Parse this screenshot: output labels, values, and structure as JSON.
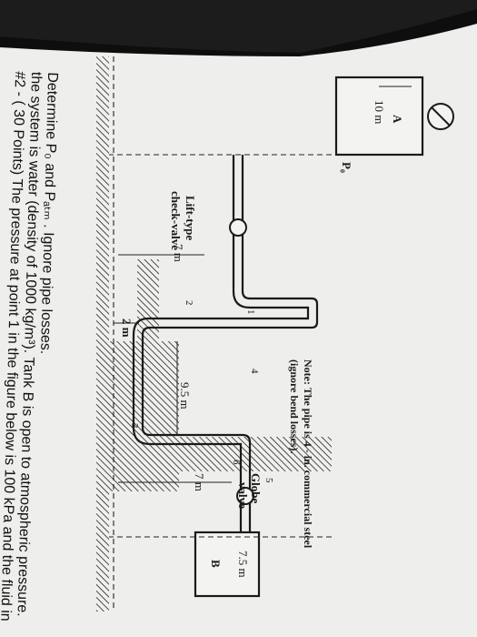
{
  "problem": {
    "line1": "#2 - ( 30 Points) The pressure at point 1 in the figure below is 100 kPa and the fluid in",
    "line2": "the system is water (density of 1000 kg/m³). Tank B is open to atmospheric pressure.",
    "line3": "Determine P₀ and Pₐₜₘ . Ignore pipe losses."
  },
  "figure": {
    "note_line1": "Note: The pipe is 4 - in. commercial steel",
    "note_line2": "(ignore bend losses).",
    "label_p0": "P₀",
    "label_tank_a": "A",
    "label_tank_b": "B",
    "label_check_valve_1": "Lift-type",
    "label_check_valve_2": "check-valve",
    "label_globe_valve_1": "Globe",
    "label_globe_valve_2": "valve",
    "dim_tank_a": "10 m",
    "dim_left_drop": "7 m",
    "dim_bottom": "2 m",
    "dim_horizontal": "9.5 m",
    "dim_right_rise": "7 m",
    "dim_tank_b": "7.5 m",
    "points": [
      "1",
      "2",
      "3",
      "4",
      "5",
      "6"
    ]
  }
}
